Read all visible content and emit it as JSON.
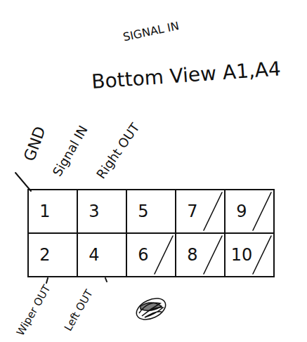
{
  "diagram": {
    "title": "Bottom View A1,A4",
    "labels": [
      "SIGNAL IN",
      "GND",
      "Signal IN",
      "Right OUT",
      "1",
      "3",
      "5",
      "7",
      "9",
      "2",
      "4",
      "6",
      "8",
      "10",
      "Wiper OUT",
      "Left OUT"
    ]
  }
}
